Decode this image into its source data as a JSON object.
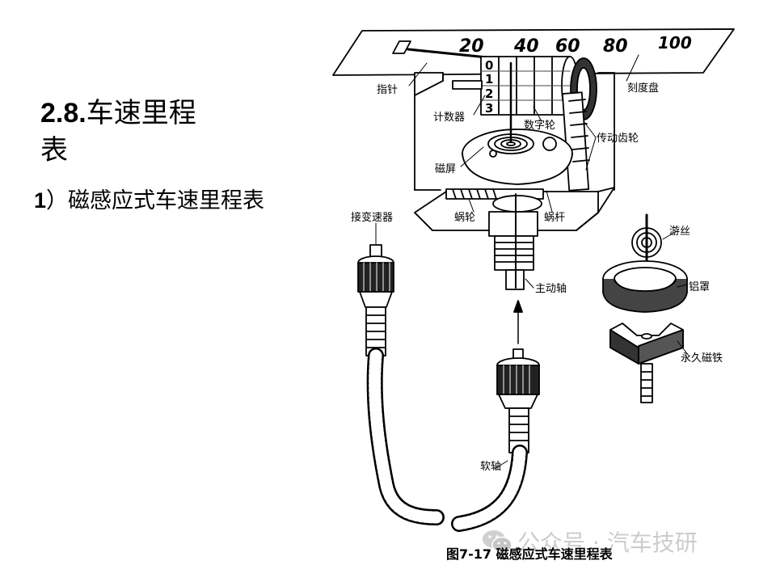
{
  "title": {
    "number": "2.8.",
    "text_line1": "车速里程",
    "text_line2": "表"
  },
  "subtitle": {
    "number": "1",
    "text": "）磁感应式车速里程表"
  },
  "dial_numbers": [
    "20",
    "40",
    "60",
    "80",
    "100"
  ],
  "drum_digits": [
    "0",
    "1",
    "2",
    "3"
  ],
  "labels": {
    "pointer": "指针",
    "dial": "刻度盘",
    "counter": "计数器",
    "digit_wheel": "数字轮",
    "drive_gear": "传动齿轮",
    "magnetic_shield": "磁屏",
    "worm_wheel": "蜗轮",
    "worm": "蜗杆",
    "to_transmission": "接变速器",
    "hairspring": "游丝",
    "aluminum_cup": "铝罩",
    "main_shaft": "主动轴",
    "permanent_magnet": "永久磁铁",
    "flexible_shaft": "软轴"
  },
  "caption": "图7-17  磁感应式车速里程表",
  "watermark": {
    "icon": "wechat-icon",
    "text": "公众号 · 汽车技研"
  }
}
